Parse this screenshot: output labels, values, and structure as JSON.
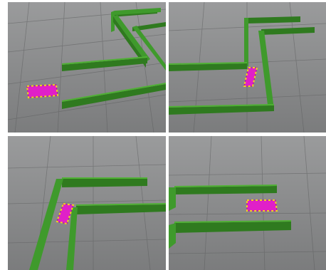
{
  "figure": {
    "panels": [
      {
        "id": "top-left"
      },
      {
        "id": "top-right"
      },
      {
        "id": "bottom-left"
      },
      {
        "id": "bottom-right"
      }
    ],
    "colors": {
      "floor_base": "#8b8c8d",
      "floor_light": "#a6a7a8",
      "floor_dark": "#6f7071",
      "tile_line": "#5c5d5e",
      "wall_top": "#3f9a2c",
      "wall_front": "#2f7a1f",
      "wall_shadow": "#1f5a14",
      "robot_body": "#e020c8",
      "robot_edge": "#b010a0",
      "marker_yellow": "#f2d21c",
      "marker_dark": "#30301c"
    }
  }
}
